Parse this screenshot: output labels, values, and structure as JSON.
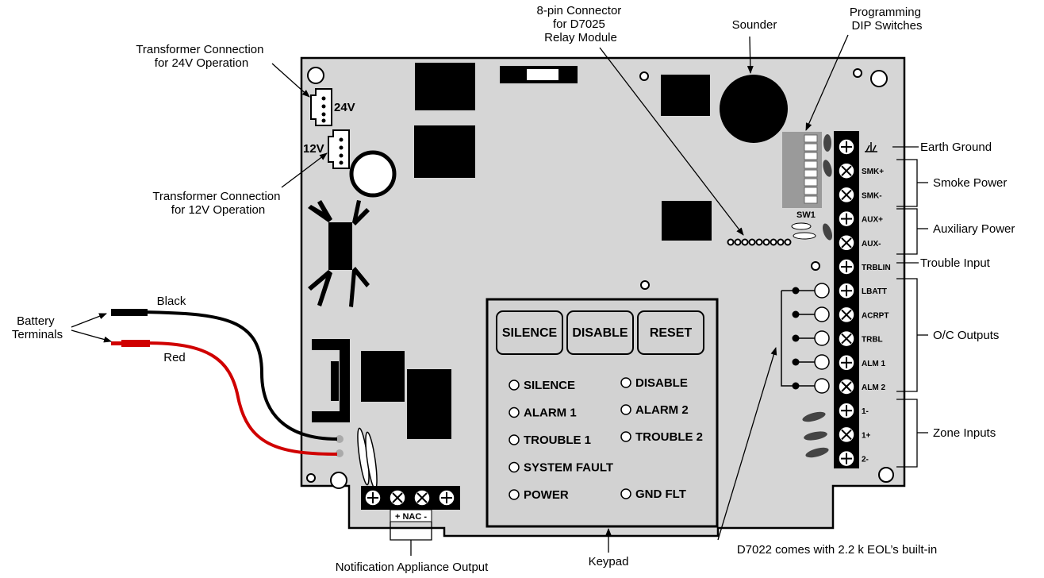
{
  "callouts": {
    "connector_8pin": [
      "8-pin Connector",
      "for D7025",
      "Relay Module"
    ],
    "sounder": "Sounder",
    "dip_switches": [
      "Programming",
      "DIP Switches"
    ],
    "transformer_24v": [
      "Transformer Connection",
      "for 24V Operation"
    ],
    "transformer_12v": [
      "Transformer Connection",
      "for 12V Operation"
    ],
    "battery_terminals": [
      "Battery",
      "Terminals"
    ],
    "black_wire": "Black",
    "red_wire": "Red",
    "earth_ground": "Earth Ground",
    "smoke_power": "Smoke Power",
    "auxiliary_power": "Auxiliary Power",
    "trouble_input": "Trouble Input",
    "oc_outputs": "O/C Outputs",
    "zone_inputs": "Zone Inputs",
    "notification_output": "Notification Appliance Output",
    "keypad": "Keypad",
    "eol_note": "D7022 comes with 2.2 k EOL’s built-in"
  },
  "board": {
    "label_24v": "24V",
    "label_12v": "12V",
    "label_sw1": "SW1",
    "nac_label": "+ NAC -"
  },
  "terminals": [
    "",
    "SMK+",
    "SMK-",
    "AUX+",
    "AUX-",
    "TRBLIN",
    "LBATT",
    "ACRPT",
    "TRBL",
    "ALM 1",
    "ALM 2",
    "1-",
    "1+",
    "2-"
  ],
  "keypad": {
    "buttons": [
      "SILENCE",
      "DISABLE",
      "RESET"
    ],
    "leds_left": [
      "SILENCE",
      "ALARM 1",
      "TROUBLE 1",
      "SYSTEM FAULT",
      "POWER"
    ],
    "leds_right": [
      "DISABLE",
      "ALARM 2",
      "TROUBLE 2",
      "GND FLT"
    ]
  }
}
